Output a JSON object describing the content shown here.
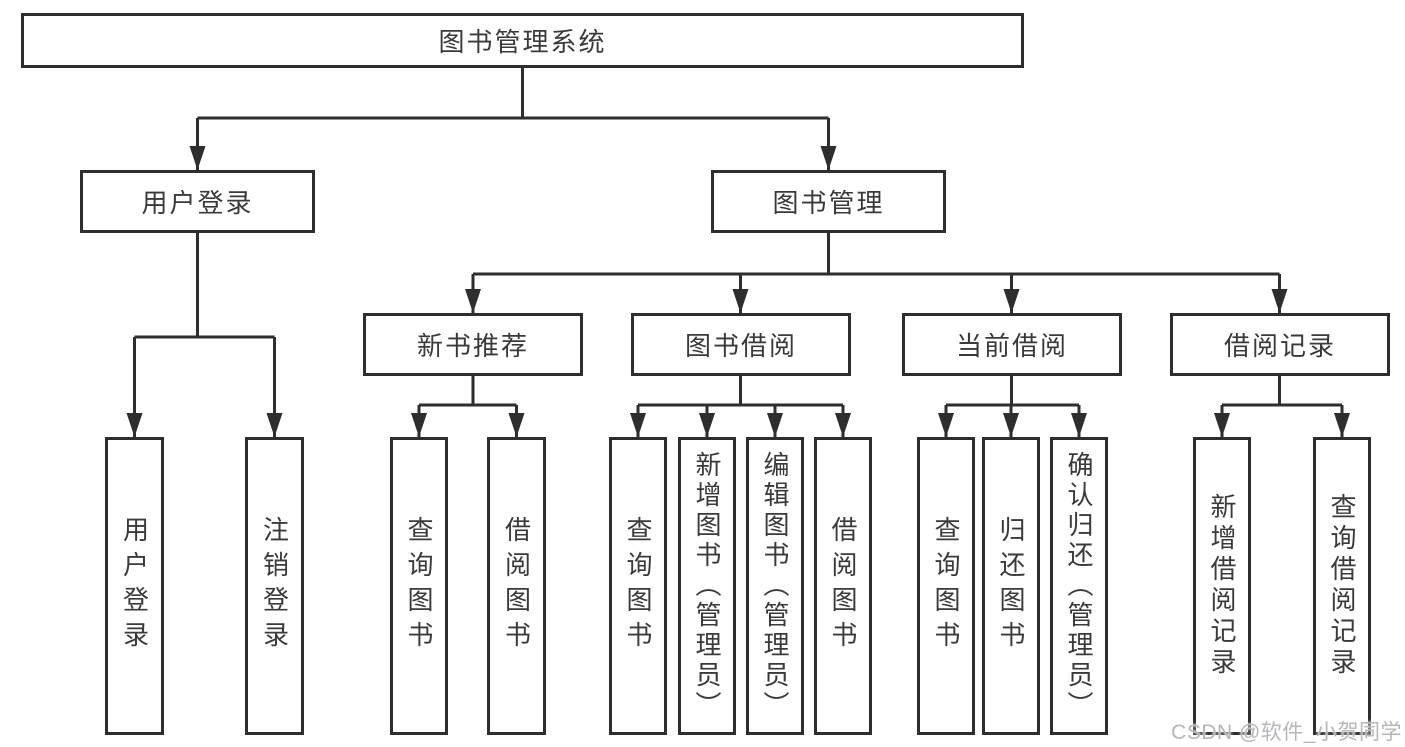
{
  "colors": {
    "line": "#2e2e2e",
    "box_border": "#2e2e2e",
    "box_fill": "#ffffff",
    "text": "#3a3a3a",
    "watermark": "#b6b6ba",
    "background": "#ffffff"
  },
  "watermark": {
    "text": "CSDN @软件_小贺同学"
  },
  "tree": {
    "root": {
      "label": "图书管理系统",
      "children": [
        {
          "label": "用户登录",
          "children": [
            {
              "label": "用户登录"
            },
            {
              "label": "注销登录"
            }
          ]
        },
        {
          "label": "图书管理",
          "children": [
            {
              "label": "新书推荐",
              "children": [
                {
                  "label": "查询图书"
                },
                {
                  "label": "借阅图书"
                }
              ]
            },
            {
              "label": "图书借阅",
              "children": [
                {
                  "label": "查询图书"
                },
                {
                  "label": "新增图书（管理员）"
                },
                {
                  "label": "编辑图书（管理员）"
                },
                {
                  "label": "借阅图书"
                }
              ]
            },
            {
              "label": "当前借阅",
              "children": [
                {
                  "label": "查询图书"
                },
                {
                  "label": "归还图书"
                },
                {
                  "label": "确认归还（管理员）"
                }
              ]
            },
            {
              "label": "借阅记录",
              "children": [
                {
                  "label": "新增借阅记录"
                },
                {
                  "label": "查询借阅记录"
                }
              ]
            }
          ]
        }
      ]
    }
  }
}
